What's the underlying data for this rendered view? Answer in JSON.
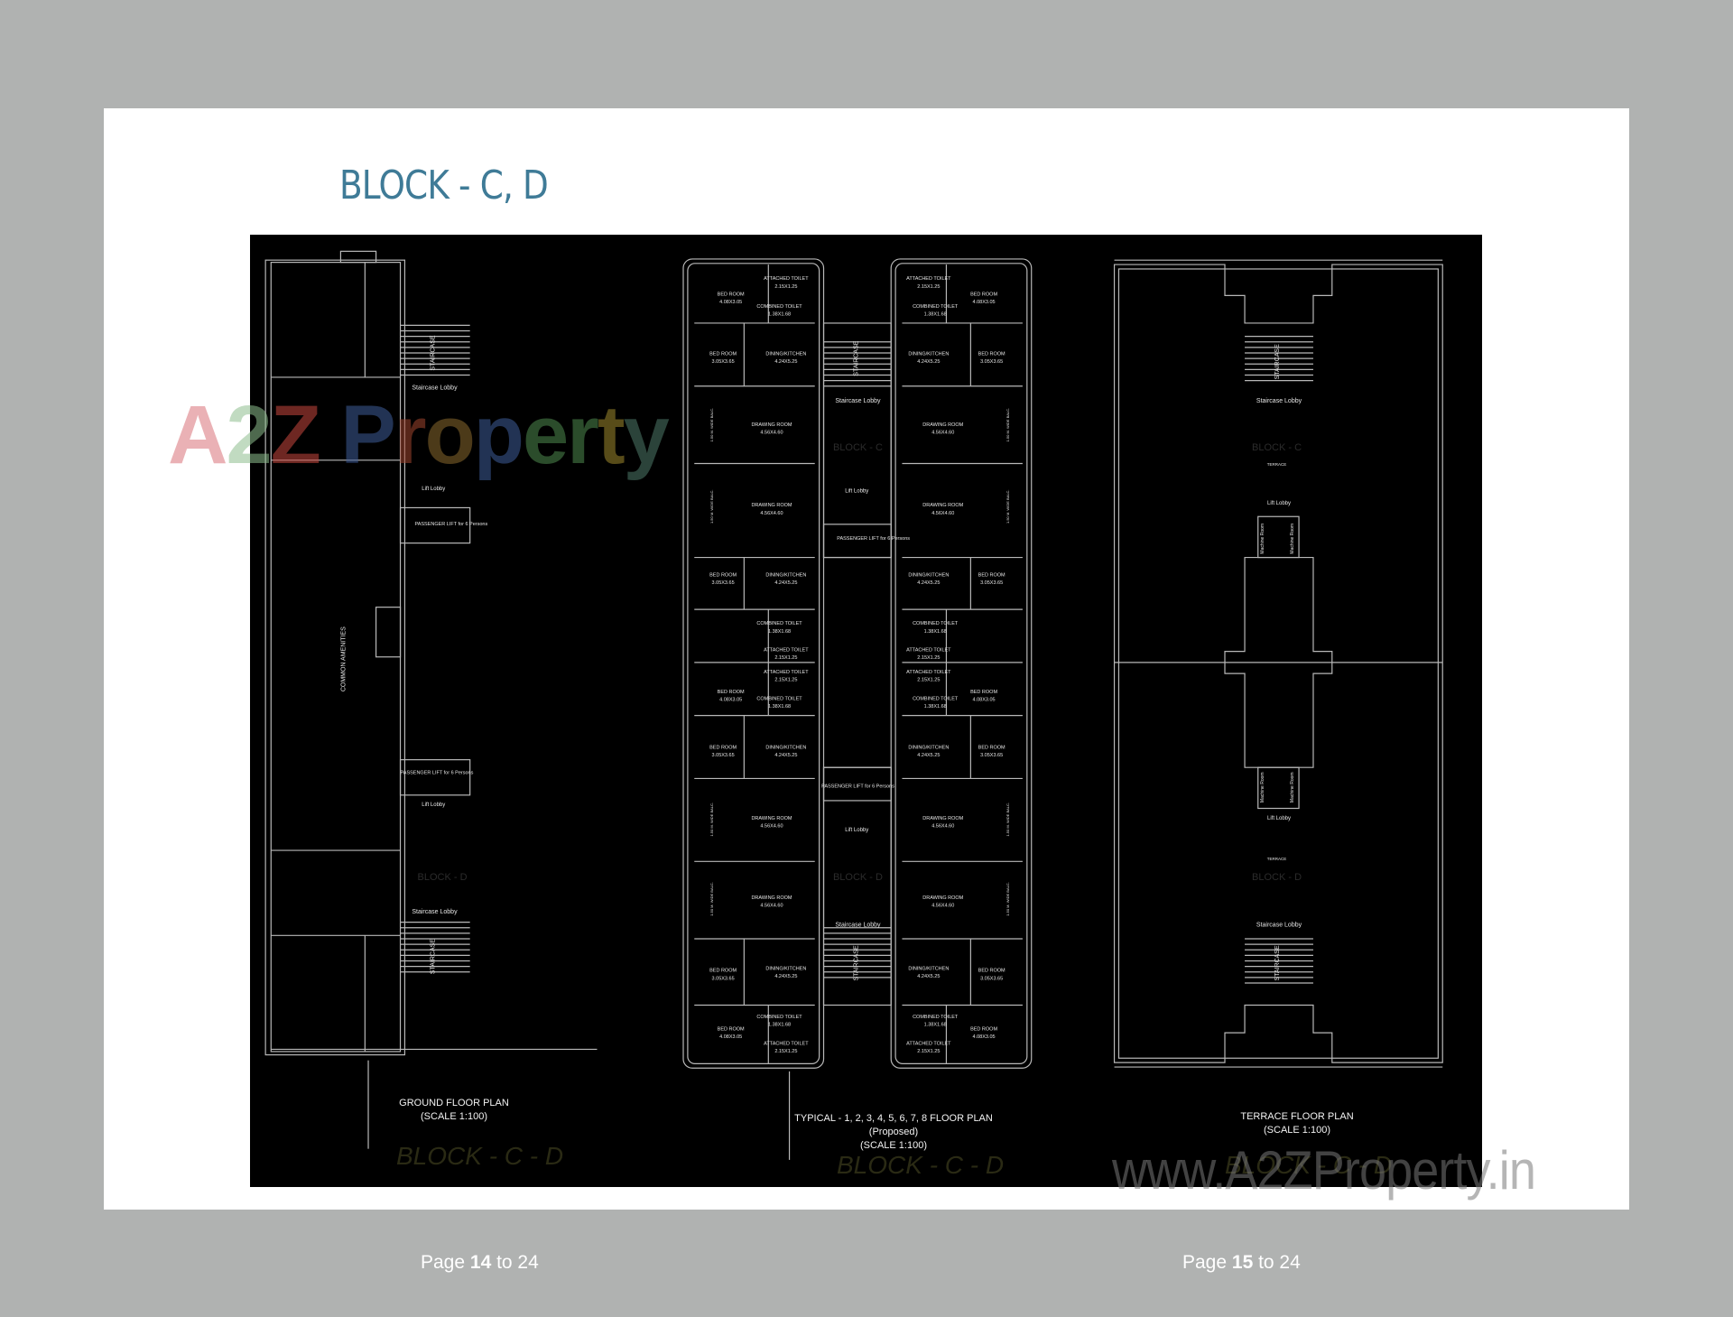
{
  "title": "BLOCK - C, D",
  "watermarks": {
    "logo": [
      "A",
      "2",
      "Z",
      " ",
      "P",
      "r",
      "o",
      "p",
      "e",
      "r",
      "t",
      "y"
    ],
    "logo_colors": [
      "#d9737a",
      "#8fbf8f",
      "#c9473f",
      "#000000",
      "#3f5d9a",
      "#a0452f",
      "#8a6a2f",
      "#3f5d9a",
      "#4f8a4f",
      "#4f8a4f",
      "#a08a2f",
      "#4f7a6a"
    ],
    "url": "www.A2ZProperty.in",
    "block_cd": "BLOCK - C - D",
    "block_c": "BLOCK - C",
    "block_d": "BLOCK - D"
  },
  "plans": {
    "ground": {
      "caption": "GROUND FLOOR PLAN",
      "scale": "(SCALE 1:100)",
      "labels": [
        "Staircase Lobby",
        "Lift Lobby",
        "PASSENGER LIFT for 6 Persons",
        "COMMON AMENITIES",
        "PASSENGER LIFT for 6 Persons",
        "Lift Lobby",
        "Staircase Lobby",
        "STAIRCASE",
        "STAIRCASE"
      ]
    },
    "typical": {
      "caption": "TYPICAL - 1, 2, 3, 4, 5, 6, 7, 8 FLOOR PLAN",
      "proposed": "(Proposed)",
      "scale": "(SCALE 1:100)",
      "rooms": {
        "bed1": "BED ROOM",
        "bed1_size": "4.08X3.05",
        "att": "ATTACHED TOILET",
        "att_size": "2.15X1.25",
        "comb": "COMBINED TOILET",
        "comb_size": "1.38X1.68",
        "bed2": "BED ROOM",
        "bed2_size": "3.05X3.65",
        "dining": "DINING/KITCHEN",
        "dining_size": "4.24X5.25",
        "drawing": "DRAWING ROOM",
        "drawing_size": "4.56X4.60",
        "balc": "1.50 M. WIDE BALC."
      },
      "core": [
        "STAIRCASE",
        "Staircase Lobby",
        "Lift Lobby",
        "PASSENGER LIFT for 6 Persons",
        "PASSENGER LIFT for 6 Persons",
        "Lift Lobby",
        "Staircase Lobby",
        "STAIRCASE"
      ]
    },
    "terrace": {
      "caption": "TERRACE FLOOR PLAN",
      "scale": "(SCALE 1:100)",
      "labels": [
        "STAIRCASE",
        "Staircase Lobby",
        "TERRACE",
        "Lift Lobby",
        "Machine Room",
        "Machine Room",
        "Machine Room",
        "Machine Room",
        "Lift Lobby",
        "TERRACE",
        "Staircase Lobby",
        "STAIRCASE"
      ]
    }
  },
  "footer": {
    "left": {
      "prefix": "Page ",
      "num": "14",
      "suffix": " to 24"
    },
    "right": {
      "prefix": "Page ",
      "num": "15",
      "suffix": " to 24"
    }
  }
}
